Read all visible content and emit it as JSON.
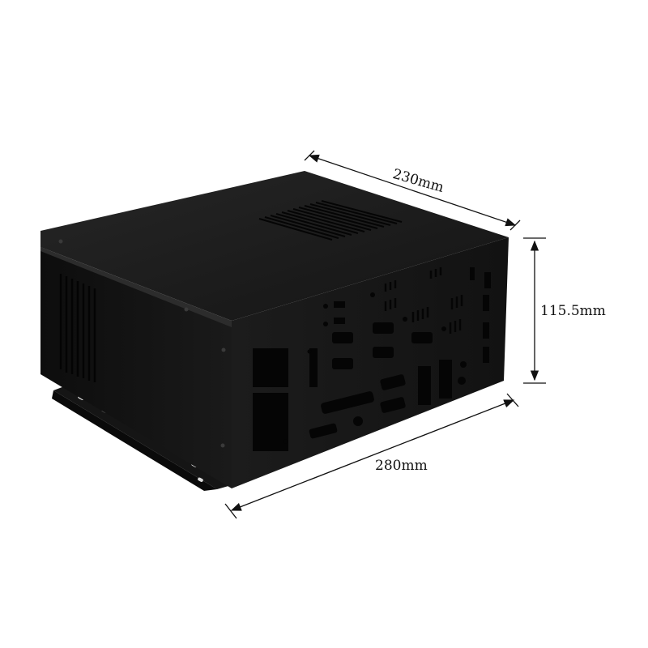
{
  "dimensions": {
    "depth": "230mm",
    "width": "280mm",
    "height": "115.5mm"
  },
  "colors": {
    "case_top": "#1c1c1c",
    "case_left": "#121212",
    "case_front": "#1a1a1a",
    "cutout": "#050505",
    "dimension_line": "#111111"
  }
}
